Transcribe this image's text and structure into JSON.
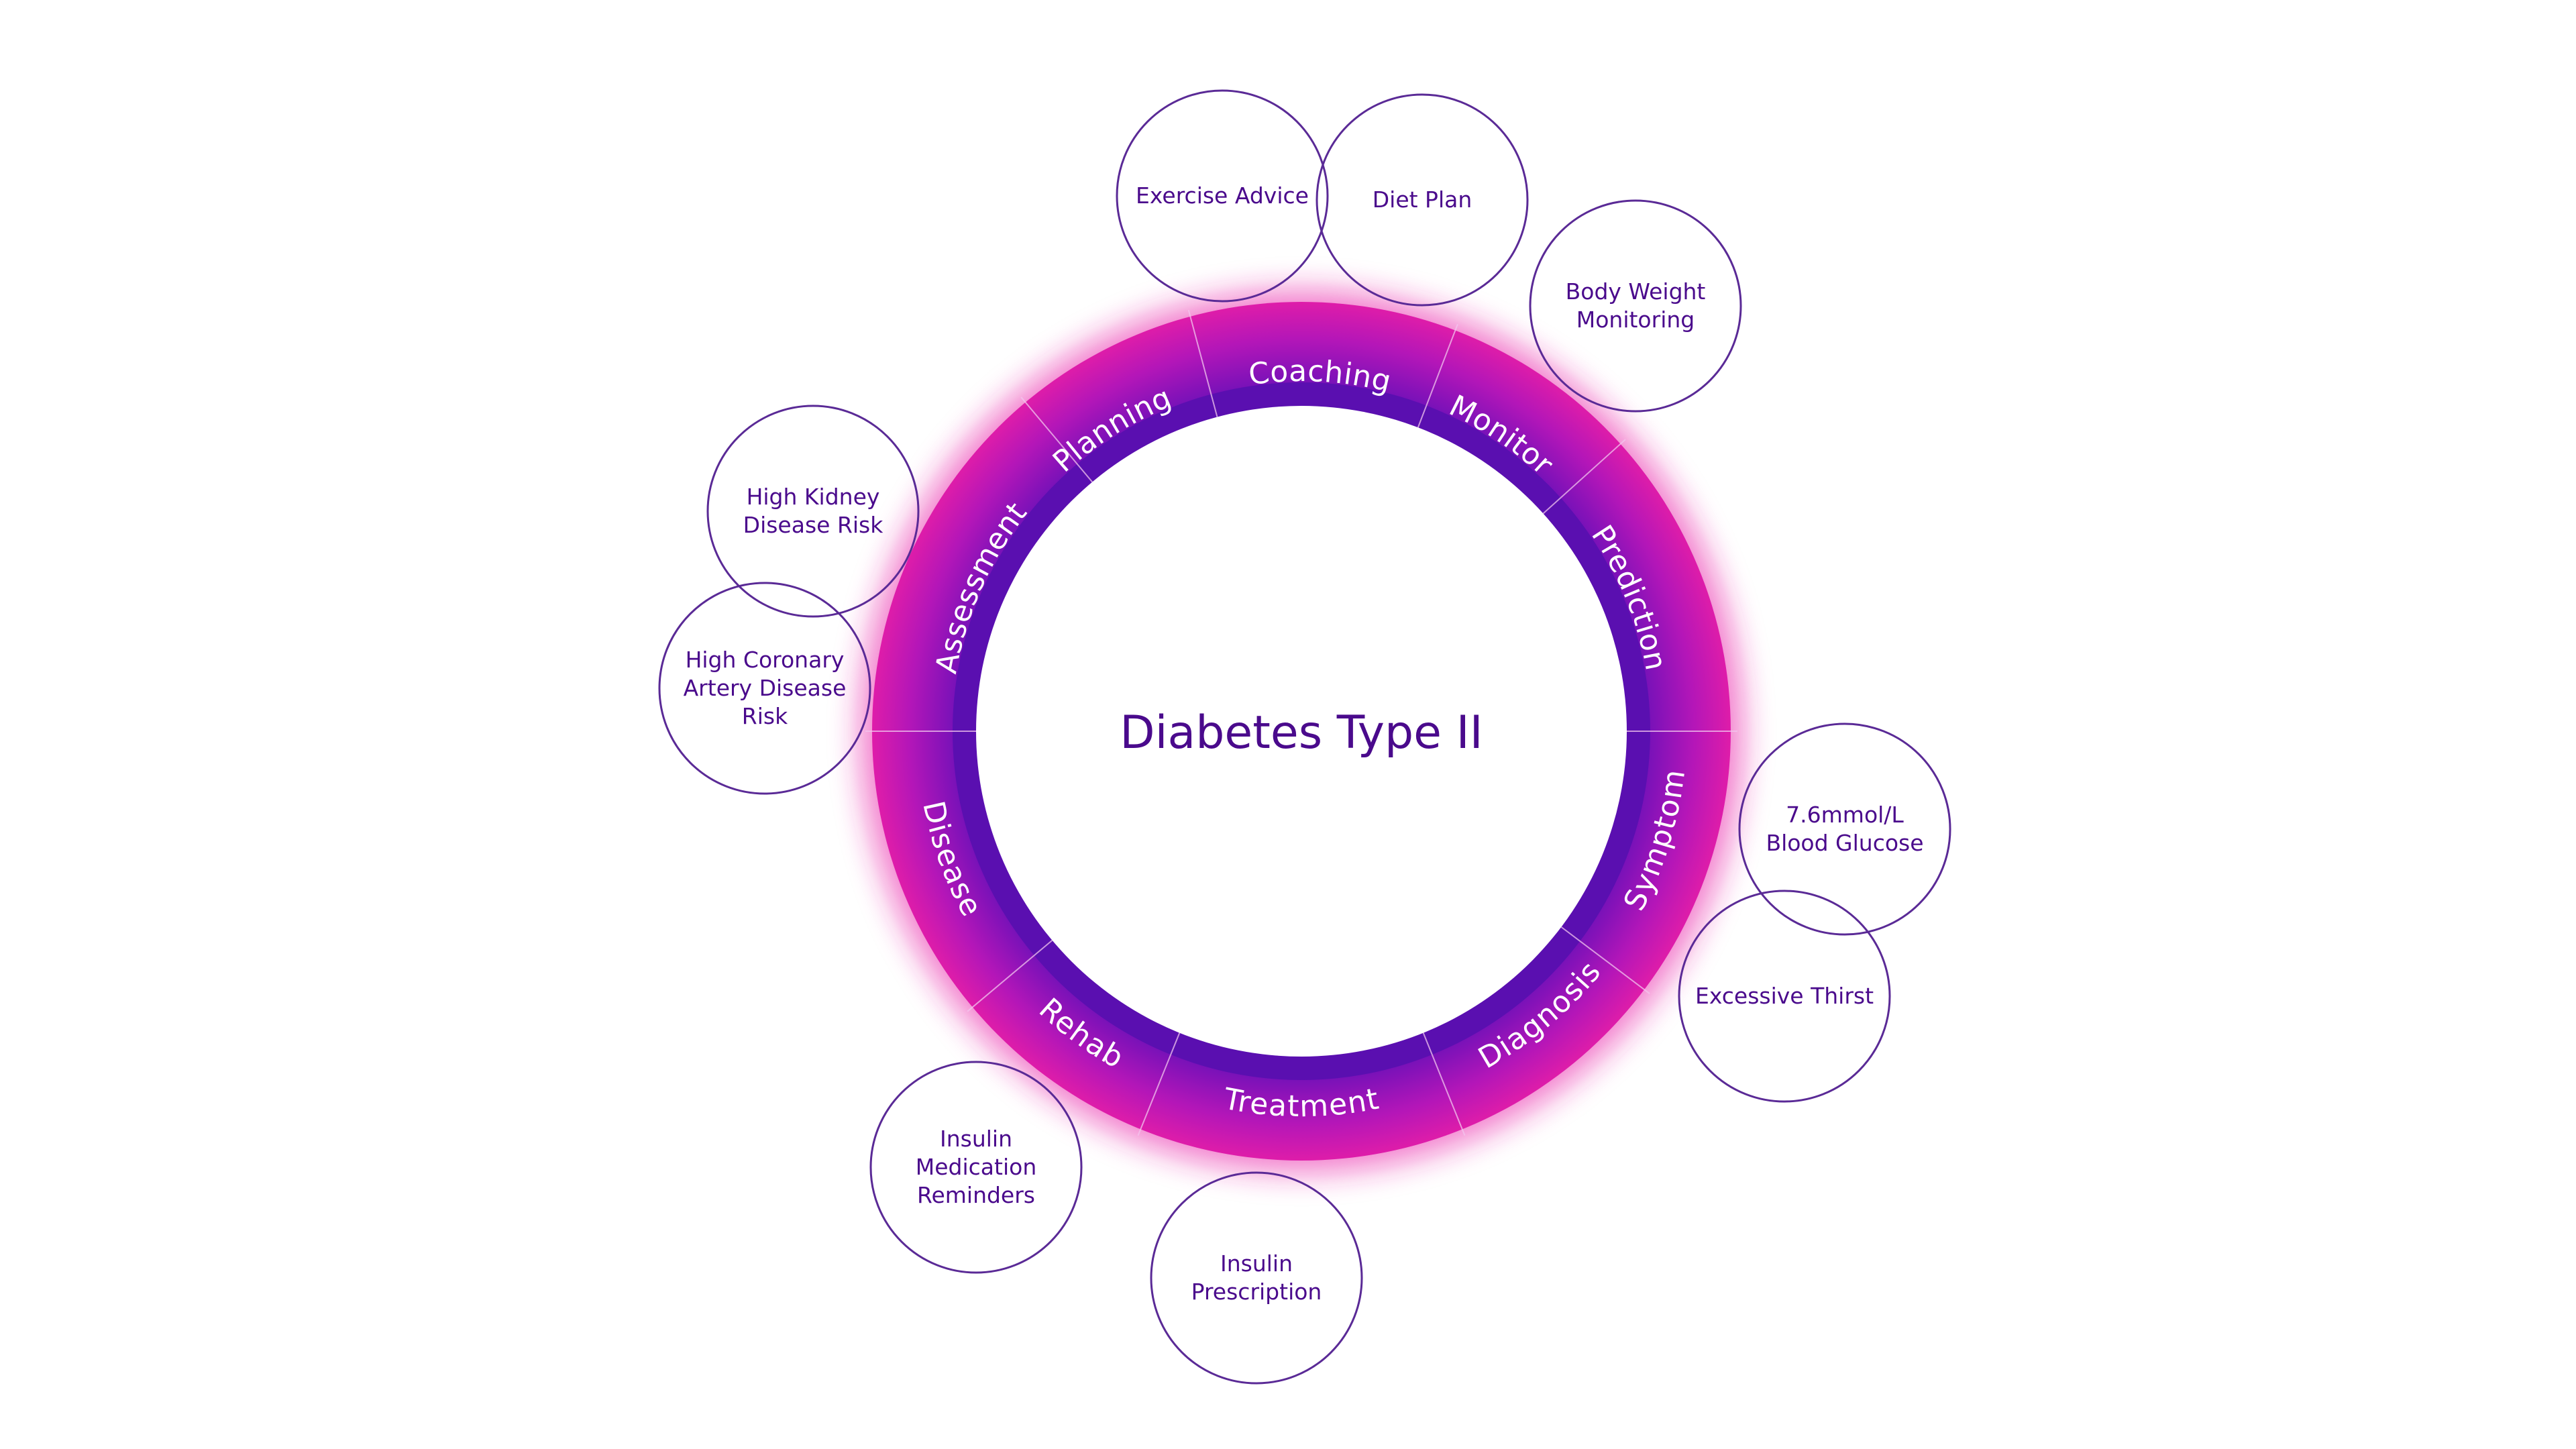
{
  "title": "Diabetes Type II",
  "colors": {
    "ring_outer": "#e81ea6",
    "ring_inner": "#5a0fb0",
    "node_stroke": "#5a2a96",
    "text": "#4a0a8c",
    "segment_text": "#ffffff"
  },
  "segments": [
    {
      "label": "Coaching"
    },
    {
      "label": "Monitor"
    },
    {
      "label": "Prediction"
    },
    {
      "label": "Symptom"
    },
    {
      "label": "Diagnosis"
    },
    {
      "label": "Treatment"
    },
    {
      "label": "Rehab"
    },
    {
      "label": "Disease"
    },
    {
      "label": "Assessment"
    },
    {
      "label": "Planning"
    }
  ],
  "nodes": [
    {
      "lines": [
        "Exercise Advice"
      ]
    },
    {
      "lines": [
        "Diet Plan"
      ]
    },
    {
      "lines": [
        "Body Weight",
        "Monitoring"
      ]
    },
    {
      "lines": [
        "High Kidney",
        "Disease Risk"
      ]
    },
    {
      "lines": [
        "High Coronary",
        "Artery Disease",
        "Risk"
      ]
    },
    {
      "lines": [
        "7.6mmol/L",
        "Blood Glucose"
      ]
    },
    {
      "lines": [
        "Excessive Thirst"
      ]
    },
    {
      "lines": [
        "Insulin",
        "Medication",
        "Reminders"
      ]
    },
    {
      "lines": [
        "Insulin",
        "Prescription"
      ]
    }
  ]
}
